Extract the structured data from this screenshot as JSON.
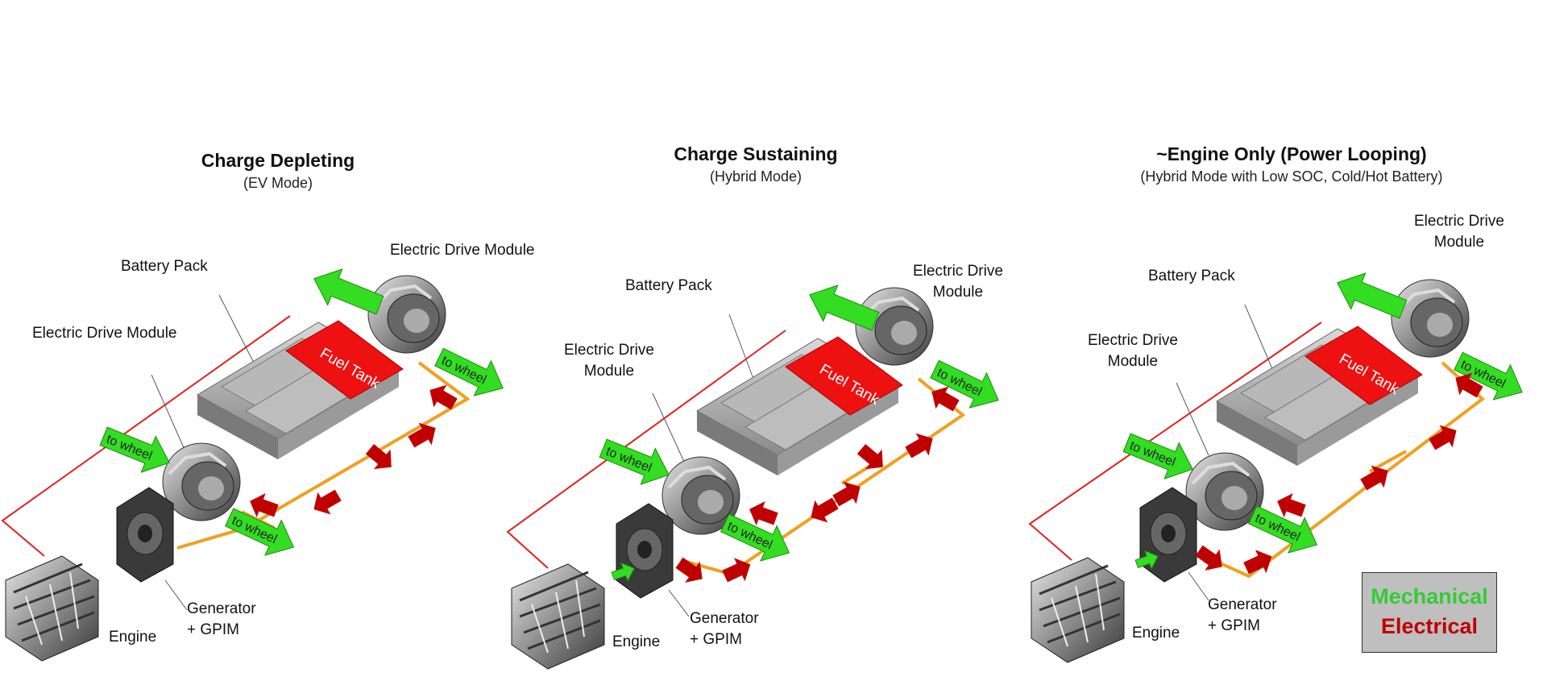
{
  "panels": [
    {
      "title": "Charge Depleting",
      "subtitle": "(EV Mode)",
      "labels": {
        "battery_pack": "Battery Pack",
        "edm_front": "Electric Drive Module",
        "edm_rear": "Electric Drive Module",
        "generator": "Generator\n+ GPIM",
        "engine": "Engine",
        "fuel_tank": "Fuel Tank"
      }
    },
    {
      "title": "Charge Sustaining",
      "subtitle": "(Hybrid Mode)",
      "labels": {
        "battery_pack": "Battery Pack",
        "edm_front": "Electric Drive\nModule",
        "edm_rear": "Electric Drive\nModule",
        "generator": "Generator\n+ GPIM",
        "engine": "Engine",
        "fuel_tank": "Fuel Tank"
      }
    },
    {
      "title": "~Engine Only (Power Looping)",
      "subtitle": "(Hybrid Mode with Low SOC, Cold/Hot Battery)",
      "labels": {
        "battery_pack": "Battery Pack",
        "edm_front": "Electric Drive\nModule",
        "edm_rear": "Electric Drive\nModule",
        "generator": "Generator\n+ GPIM",
        "engine": "Engine",
        "fuel_tank": "Fuel Tank"
      }
    }
  ],
  "wheel_arrow_text": "to wheel",
  "legend": {
    "mechanical": "Mechanical",
    "electrical": "Electrical"
  },
  "colors": {
    "mechanical": "#33dd22",
    "electrical": "#c00000",
    "fuel_tank": "#ee1111",
    "hv_wire": "#f0a020",
    "fuel_line": "#e02020"
  }
}
